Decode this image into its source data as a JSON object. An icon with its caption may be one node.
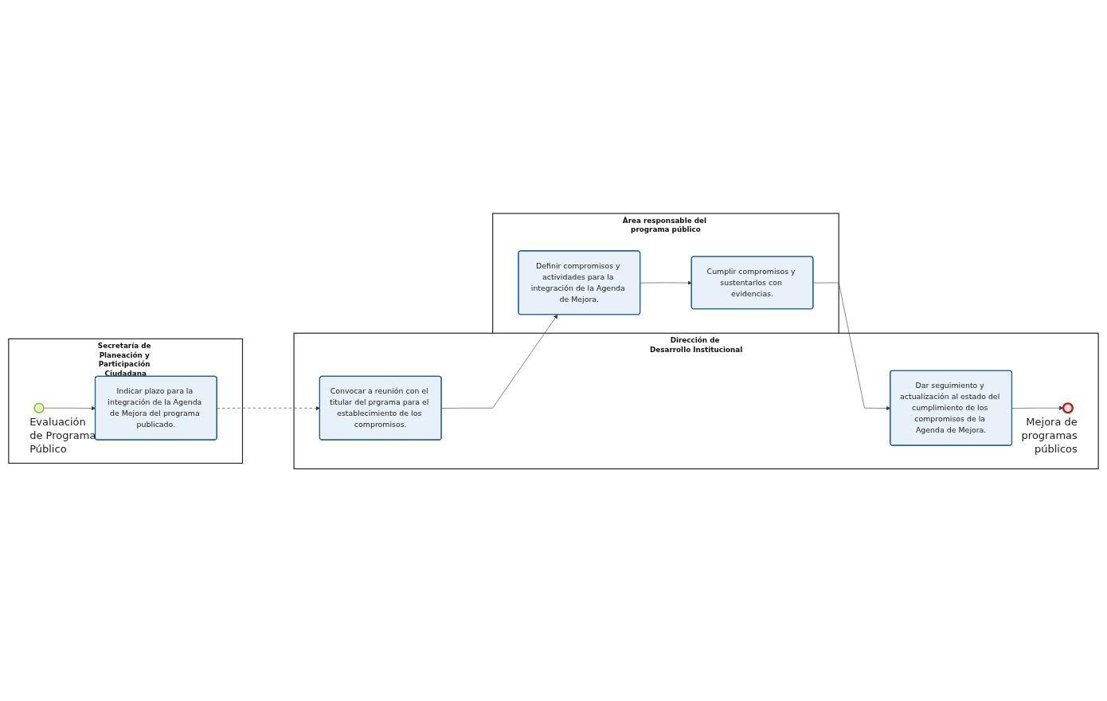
{
  "diagram": {
    "nodes": [
      {
        "text": [
          "Secretaría de Planeación y Participación Ciudadana"
        ]
      },
      {
        "text": [],
        "shape": "circle",
        "in": 0,
        "beside": [
          "Evaluación de Programa Público"
        ]
      },
      {
        "text": [
          "Indicar plazo para la integración de la Agenda de Mejora del programa publicado."
        ],
        "in": 0
      },
      {
        "text": [
          "Dirección de Desarrollo Institucional"
        ]
      },
      {
        "text": [
          "Convocar a reunión con el titular del prgrama para el establecimiento de los compromisos."
        ],
        "in": 3
      },
      {
        "text": [
          "Dar seguimiento y actualización al estado del cumplimiento de los compromisos de la Agenda de Mejora."
        ],
        "in": 3
      },
      {
        "text": [],
        "shape": "circle",
        "in": 3,
        "beside": [
          "Mejora de programas públicos"
        ]
      },
      {
        "text": [
          "Área responsable del programa público"
        ]
      },
      {
        "text": [
          "Definir compromisos y actividades para la integración de la Agenda de Mejora."
        ],
        "in": 7
      },
      {
        "text": [
          "Cumplir compromisos y sustentarlos con evidencias."
        ],
        "in": 7
      }
    ],
    "edges": [
      {
        "from": 1,
        "to": 2,
        "arrow": "to"
      },
      {
        "from": 2,
        "to": 4,
        "arrow": "to",
        "style": "dashed"
      },
      {
        "from": 4,
        "to": 8,
        "arrow": "to"
      },
      {
        "from": 8,
        "to": 9,
        "arrow": "to"
      },
      {
        "from": 9,
        "to": 5,
        "arrow": "to"
      },
      {
        "from": 5,
        "to": 6,
        "arrow": "to"
      }
    ]
  }
}
